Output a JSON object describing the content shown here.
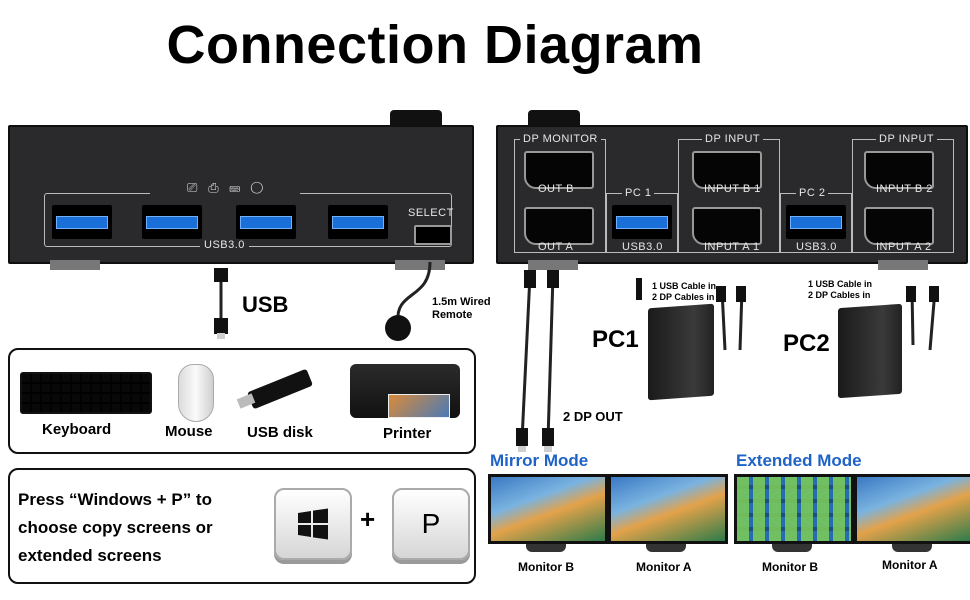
{
  "title": "Connection Diagram",
  "front_panel": {
    "usb_group_label": "USB3.0",
    "select_label": "SELECT"
  },
  "rear_panel": {
    "dp_monitor_label": "DP MONITOR",
    "out_b": "OUT B",
    "out_a": "OUT A",
    "pc1": "PC 1",
    "pc2": "PC 2",
    "usb30_1": "USB3.0",
    "usb30_2": "USB3.0",
    "dp_input_1": "DP INPUT",
    "dp_input_2": "DP INPUT",
    "input_b1": "INPUT B 1",
    "input_a1": "INPUT A 1",
    "input_b2": "INPUT B 2",
    "input_a2": "INPUT A 2"
  },
  "usb_label": "USB",
  "remote_label_1": "1.5m Wired",
  "remote_label_2": "Remote",
  "pc1": {
    "name": "PC1",
    "note_1": "1 USB Cable in",
    "note_2": "2 DP Cables in"
  },
  "pc2": {
    "name": "PC2",
    "note_1": "1 USB Cable in",
    "note_2": "2 DP Cables in"
  },
  "dp_out_label": "2 DP OUT",
  "devices": [
    "Keyboard",
    "Mouse",
    "USB disk",
    "Printer"
  ],
  "instructions": {
    "line1": "Press “Windows + P” to",
    "line2": "choose copy screens or",
    "line3": "extended screens",
    "plus": "+",
    "p_key": "P"
  },
  "modes": {
    "mirror": "Mirror Mode",
    "extended": "Extended Mode",
    "monitors": [
      "Monitor B",
      "Monitor A",
      "Monitor B",
      "Monitor A"
    ]
  },
  "colors": {
    "usb_blue": "#1a6fd8",
    "mode_blue": "#1f63c6",
    "device_body": "#2a2a2c"
  }
}
